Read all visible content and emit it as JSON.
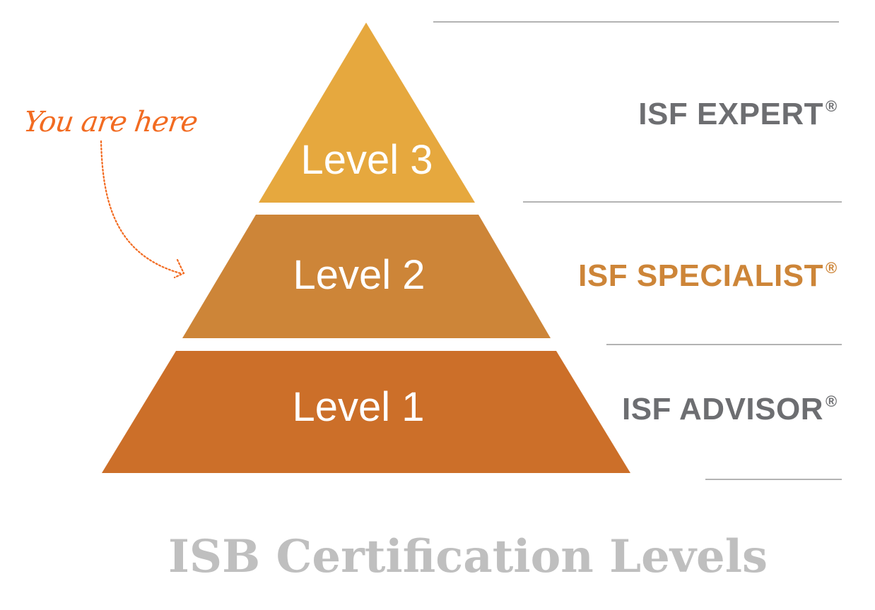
{
  "annotation": {
    "label": "You are here",
    "color": "#f26b21",
    "points_to": "Level 2"
  },
  "pyramid": {
    "tiers": [
      {
        "level": "Level 3",
        "certification": "ISF EXPERT",
        "mark": "®",
        "fill": "#e6a83e",
        "label_color": "#6d6e71"
      },
      {
        "level": "Level 2",
        "certification": "ISF SPECIALIST",
        "mark": "®",
        "fill": "#cd8538",
        "label_color": "#cd8538"
      },
      {
        "level": "Level 1",
        "certification": "ISF ADVISOR",
        "mark": "®",
        "fill": "#cc6f29",
        "label_color": "#6d6e71"
      }
    ],
    "divider_color": "#b3b3b3"
  },
  "title": "ISB Certification Levels",
  "title_color": "#bfbfbf"
}
